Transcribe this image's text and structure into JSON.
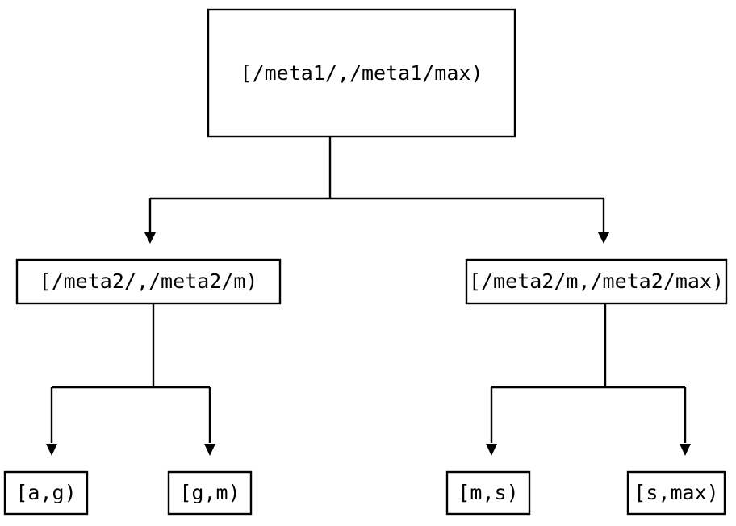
{
  "diagram": {
    "type": "tree",
    "title": "",
    "background_color": "#ffffff",
    "line_color": "#000000",
    "text_color": "#000000",
    "levels": 3,
    "nodes": {
      "root": {
        "label": "[/meta1/,/meta1/max)",
        "level": 0
      },
      "mid_left": {
        "label": "[/meta2/,/meta2/m)",
        "level": 1
      },
      "mid_right": {
        "label": "[/meta2/m,/meta2/max)",
        "level": 1
      },
      "leaf_1": {
        "label": "[a,g)",
        "level": 2
      },
      "leaf_2": {
        "label": "[g,m)",
        "level": 2
      },
      "leaf_3": {
        "label": "[m,s)",
        "level": 2
      },
      "leaf_4": {
        "label": "[s,max)",
        "level": 2
      }
    },
    "edges": [
      {
        "from": "root",
        "to": "mid_left",
        "arrow": "down-triangle"
      },
      {
        "from": "root",
        "to": "mid_right",
        "arrow": "down-triangle"
      },
      {
        "from": "mid_left",
        "to": "leaf_1",
        "arrow": "down-triangle"
      },
      {
        "from": "mid_left",
        "to": "leaf_2",
        "arrow": "down-triangle"
      },
      {
        "from": "mid_right",
        "to": "leaf_3",
        "arrow": "down-triangle"
      },
      {
        "from": "mid_right",
        "to": "leaf_4",
        "arrow": "down-triangle"
      }
    ]
  }
}
